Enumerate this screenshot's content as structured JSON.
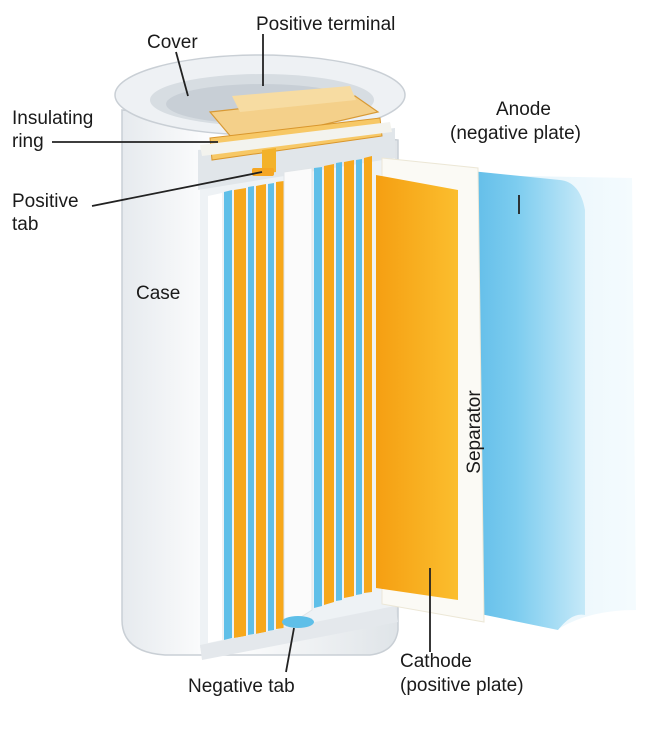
{
  "labels": {
    "cover": "Cover",
    "positive_terminal": "Positive terminal",
    "insulating_ring_1": "Insulating",
    "insulating_ring_2": "ring",
    "positive_tab_1": "Positive",
    "positive_tab_2": "tab",
    "case": "Case",
    "anode_1": "Anode",
    "anode_2": "(negative plate)",
    "separator": "Separator",
    "cathode_1": "Cathode",
    "cathode_2": "(positive plate)",
    "negative_tab": "Negative tab"
  },
  "colors": {
    "case": "#f3f5f7",
    "case_shade": "#d9dee3",
    "cathode": "#f7a81b",
    "cathode_light": "#fbc94a",
    "anode": "#5fbfe8",
    "anode_light": "#a9dcf3",
    "separator": "#fbfaf5",
    "terminal": "#f2c167"
  }
}
